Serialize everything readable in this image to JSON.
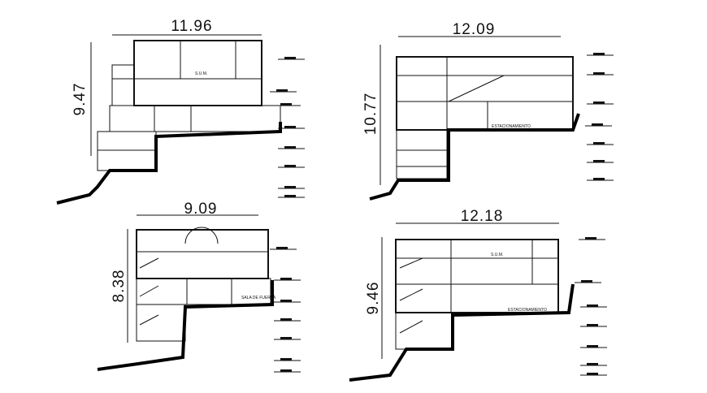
{
  "drawing": {
    "sections": [
      {
        "width_dim": "11.96",
        "height_dim": "9.47",
        "labels": [
          "S.U.M."
        ]
      },
      {
        "width_dim": "12.09",
        "height_dim": "10.77",
        "labels": [
          "ESTACIONAMIENTO"
        ]
      },
      {
        "width_dim": "9.09",
        "height_dim": "8.38",
        "labels": [
          "SALA DE FUERZA"
        ]
      },
      {
        "width_dim": "12.18",
        "height_dim": "9.46",
        "labels": [
          "S.U.M.",
          "ESTACIONAMIENTO"
        ]
      }
    ],
    "line_color": "#111111",
    "background": "#ffffff"
  }
}
